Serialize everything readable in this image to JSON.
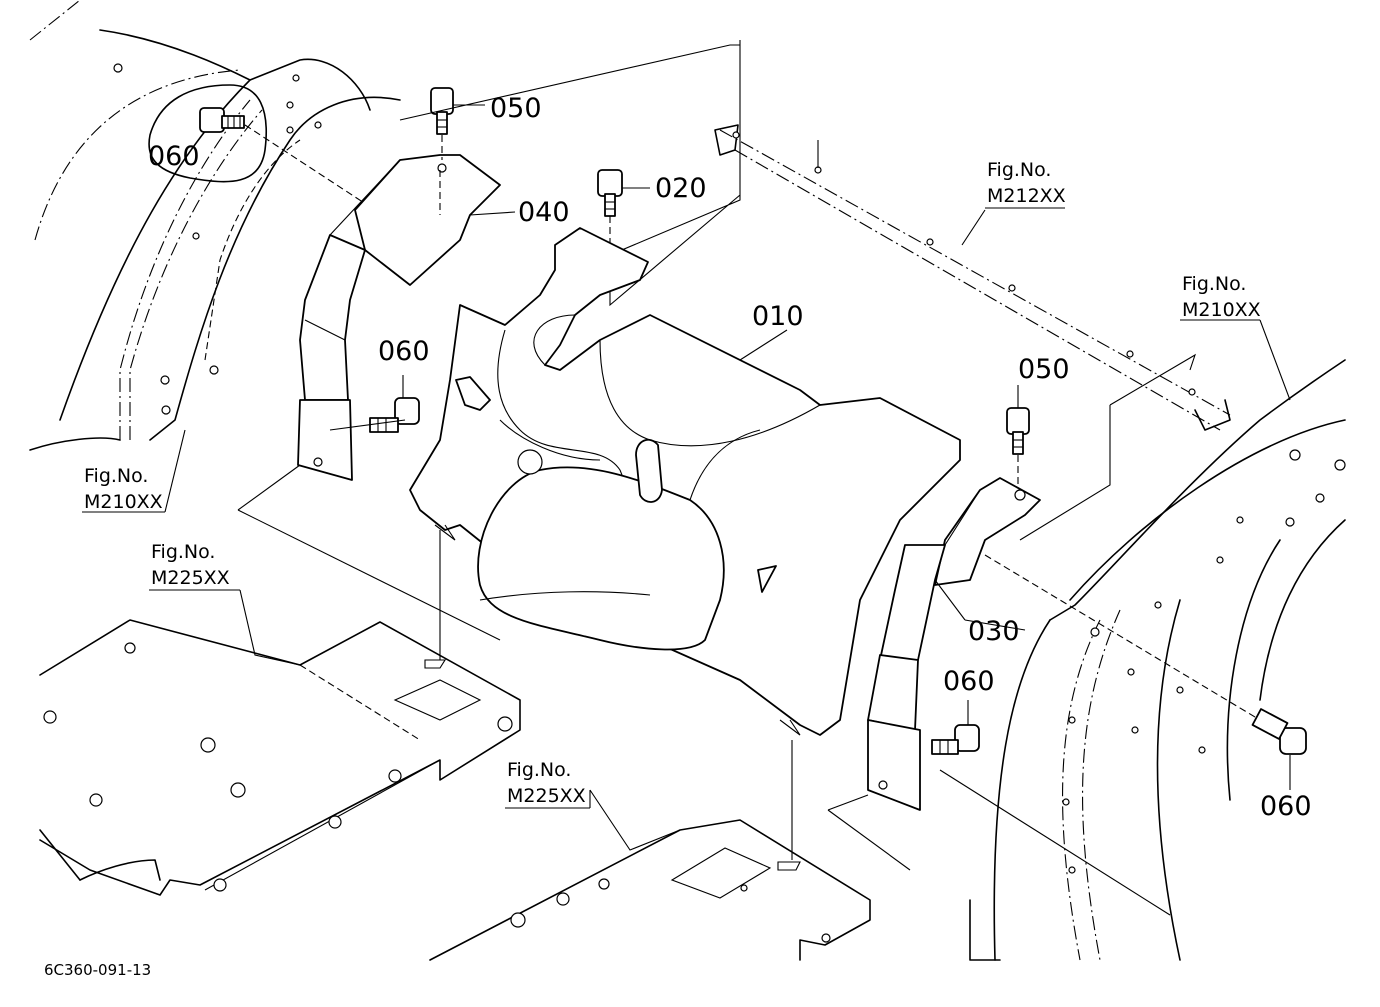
{
  "parts": {
    "p010": "010",
    "p020": "020",
    "p030": "030",
    "p040": "040",
    "p050": "050",
    "p060": "060"
  },
  "figure_refs": {
    "fig_label": "Fig.No.",
    "m210": "M210XX",
    "m212": "M212XX",
    "m225": "M225XX"
  },
  "drawing_code": "6C360-091-13"
}
